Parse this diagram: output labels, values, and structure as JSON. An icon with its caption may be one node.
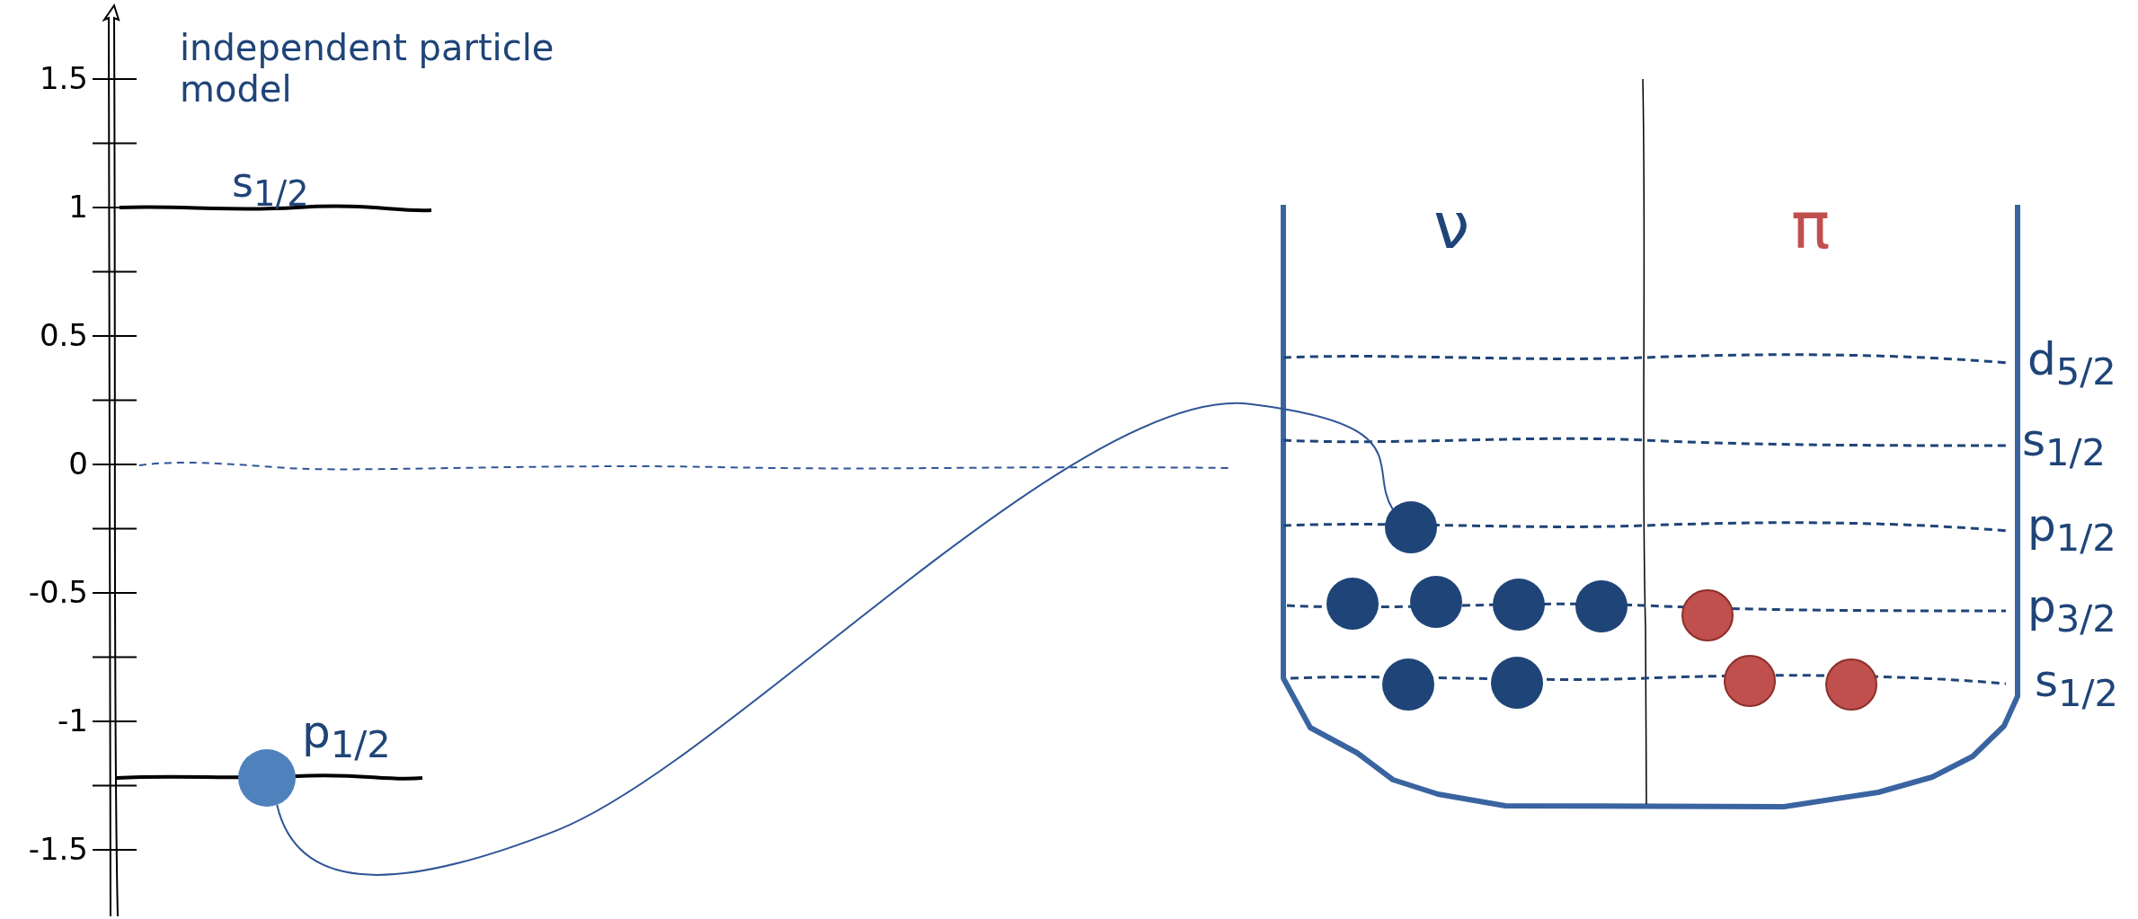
{
  "diagram": {
    "nodes": [
      {
        "text": [],
        "shape": "circle"
      },
      {
        "text": [],
        "shape": "circle"
      },
      {
        "text": [],
        "shape": "circle"
      },
      {
        "text": [],
        "shape": "circle"
      },
      {
        "text": [],
        "shape": "circle"
      },
      {
        "text": [],
        "shape": "circle"
      },
      {
        "text": [],
        "shape": "circle"
      },
      {
        "text": [],
        "shape": "circle"
      },
      {
        "text": [],
        "shape": "circle"
      },
      {
        "text": [],
        "shape": "circle"
      },
      {
        "text": [],
        "shape": "circle"
      }
    ],
    "edges": [
      {
        "from": 0,
        "to": 1,
        "arrow": "none"
      }
    ],
    "labels": [
      "1.5",
      "independent particle model",
      "s$_{1/2}$",
      "1",
      "0.5",
      "0",
      "-0.5",
      "-1",
      "p$_{1/2}$",
      "-1.5",
      "ν",
      "π",
      "d$_{5/2}$",
      "s$_{1/2}$",
      "p$_{1/2}$",
      "p$_{3/2}$",
      "s$_{1/2}$"
    ]
  }
}
